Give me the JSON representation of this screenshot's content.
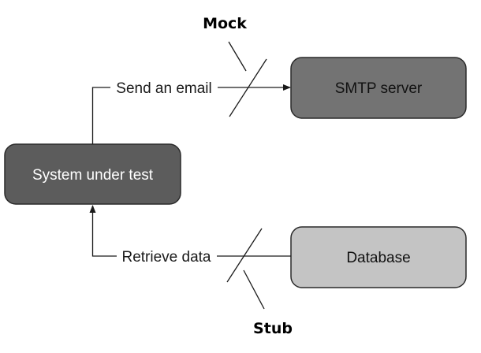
{
  "nodes": {
    "system": {
      "label": "System under test",
      "fill": "#5c5c5c",
      "text_color": "#ffffff"
    },
    "smtp": {
      "label": "SMTP server",
      "fill": "#737373",
      "text_color": "#111111"
    },
    "database": {
      "label": "Database",
      "fill": "#c4c4c4",
      "text_color": "#111111"
    }
  },
  "edges": {
    "send_email": {
      "label": "Send an email"
    },
    "retrieve_data": {
      "label": "Retrieve data"
    }
  },
  "tags": {
    "mock": {
      "label": "Mock"
    },
    "stub": {
      "label": "Stub"
    }
  }
}
